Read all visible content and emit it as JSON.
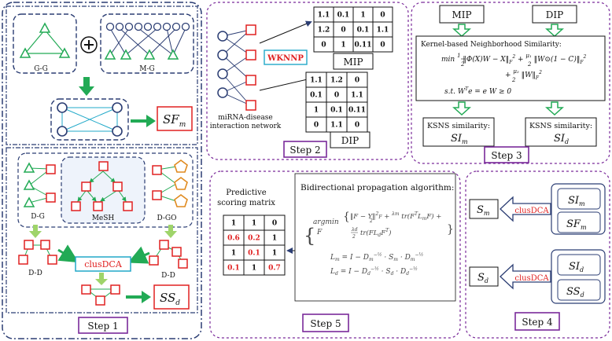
{
  "step1": {
    "label": "Step 1",
    "gg": "G-G",
    "mg": "M-G",
    "sfm": "SF",
    "sfm_sub": "m",
    "dg": "D-G",
    "mesh": "MeSH",
    "dgo": "D-GO",
    "dd_left": "D-D",
    "dd_right": "D-D",
    "clusdca": "clusDCA",
    "ssd": "SS",
    "ssd_sub": "d"
  },
  "step2": {
    "label": "Step 2",
    "wknnp": "WKNNP",
    "network_line1": "miRNA-disease",
    "network_line2": "interaction network",
    "mip": "MIP",
    "dip": "DIP",
    "matrix_top": [
      [
        "1.1",
        "0.1",
        "1",
        "0"
      ],
      [
        "1.2",
        "0",
        "0.1",
        "1.1"
      ],
      [
        "0",
        "1",
        "0.11",
        "0"
      ]
    ],
    "matrix_bottom": [
      [
        "1.1",
        "1.2",
        "0"
      ],
      [
        "0.1",
        "0",
        "1.1"
      ],
      [
        "1",
        "0.1",
        "0.11"
      ],
      [
        "0",
        "1.1",
        "0"
      ]
    ]
  },
  "step3": {
    "label": "Step 3",
    "mip": "MIP",
    "dip": "DIP",
    "kernel_title": "Kernel-based Neighborhood Similarity:",
    "ksns_m_label": "KSNS similarity:",
    "ksns_d_label": "KSNS similarity:",
    "sim": "SI",
    "sim_sub": "m",
    "sid": "SI",
    "sid_sub": "d"
  },
  "step4": {
    "label": "Step 4",
    "clusdca_top": "clusDCA",
    "clusdca_bottom": "clusDCA",
    "sm": "S",
    "sm_sub": "m",
    "sd": "S",
    "sd_sub": "d",
    "sim": "SI",
    "sim_sub": "m",
    "sfm": "SF",
    "sfm_sub": "m",
    "sid": "SI",
    "sid_sub": "d",
    "ssd": "SS",
    "ssd_sub": "d"
  },
  "step5": {
    "label": "Step 5",
    "pred_line1": "Predictive",
    "pred_line2": "scoring matrix",
    "pred_matrix": [
      [
        "1",
        "1",
        "0"
      ],
      [
        "0.6",
        "0.2",
        "1"
      ],
      [
        "1",
        "0.1",
        "1"
      ],
      [
        "0.1",
        "1",
        "0.7"
      ]
    ],
    "bidir_title": "Bidirectional propagation algorithm:"
  },
  "colors": {
    "red": "#e02020",
    "green": "#22aa55",
    "navy": "#2b3d73",
    "orange": "#e08a1e",
    "purple": "#7a2a9a",
    "light_green": "#9fd46a",
    "cyan": "#21a9c9"
  }
}
